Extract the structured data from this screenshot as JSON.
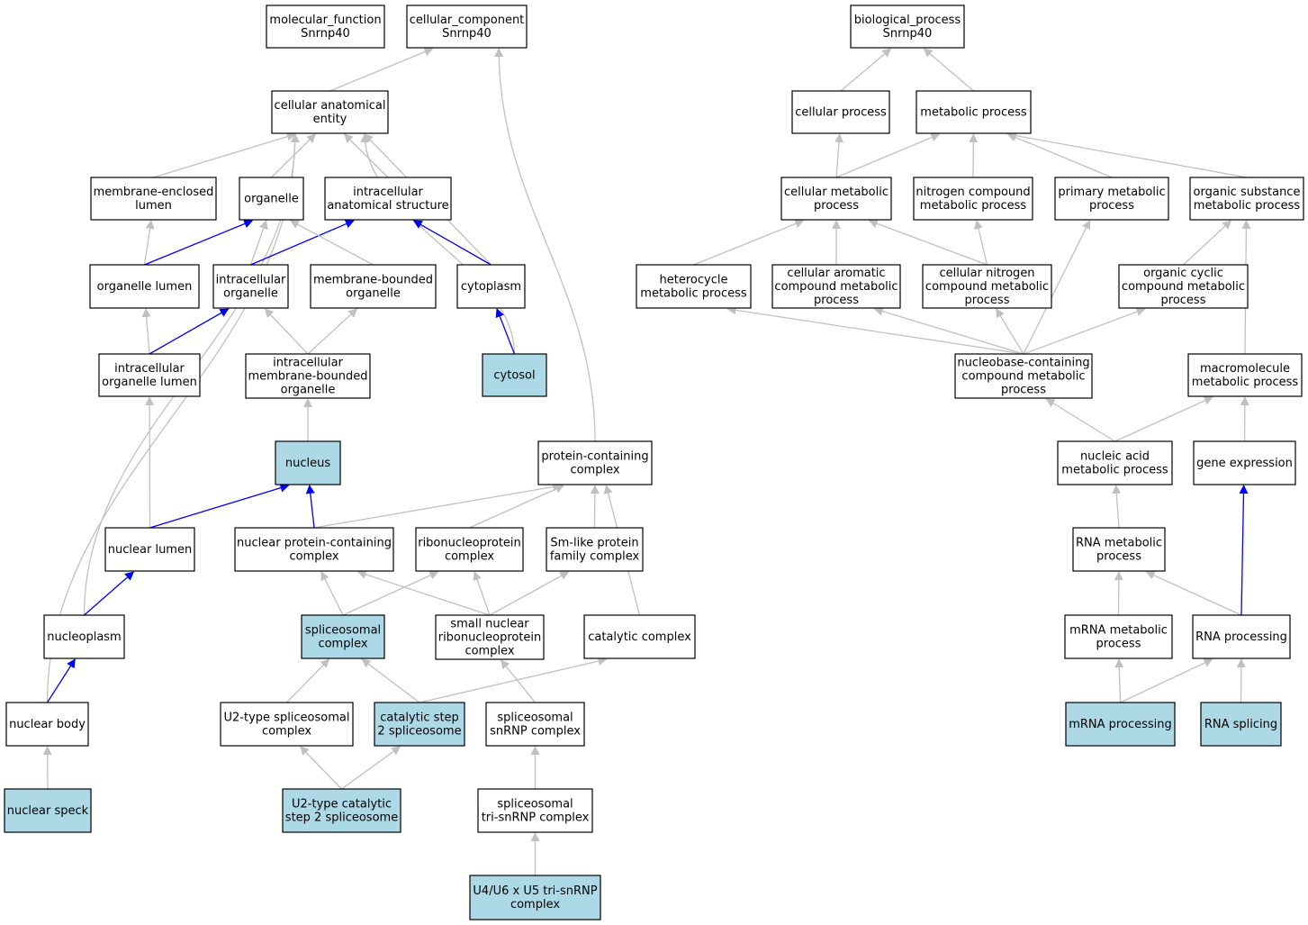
{
  "colors": {
    "node_fill": "#ffffff",
    "highlight_fill": "#add8e6",
    "edge_gray": "#c0c0c0",
    "edge_blue": "#0000ff",
    "border": "#000000"
  },
  "nodes": {
    "mf_root": {
      "lines": [
        "molecular_function",
        "Snrnp40"
      ],
      "highlight": false
    },
    "cc_root": {
      "lines": [
        "cellular_component",
        "Snrnp40"
      ],
      "highlight": false
    },
    "bp_root": {
      "lines": [
        "biological_process",
        "Snrnp40"
      ],
      "highlight": false
    },
    "cae": {
      "lines": [
        "cellular anatomical",
        "entity"
      ],
      "highlight": false
    },
    "mel": {
      "lines": [
        "membrane-enclosed",
        "lumen"
      ],
      "highlight": false
    },
    "organelle": {
      "lines": [
        "organelle"
      ],
      "highlight": false
    },
    "ias": {
      "lines": [
        "intracellular",
        "anatomical structure"
      ],
      "highlight": false
    },
    "org_lumen": {
      "lines": [
        "organelle lumen"
      ],
      "highlight": false
    },
    "ic_org": {
      "lines": [
        "intracellular",
        "organelle"
      ],
      "highlight": false
    },
    "mb_org": {
      "lines": [
        "membrane-bounded",
        "organelle"
      ],
      "highlight": false
    },
    "cytoplasm": {
      "lines": [
        "cytoplasm"
      ],
      "highlight": false
    },
    "ic_org_lumen": {
      "lines": [
        "intracellular",
        "organelle lumen"
      ],
      "highlight": false
    },
    "ic_mb_org": {
      "lines": [
        "intracellular",
        "membrane-bounded",
        "organelle"
      ],
      "highlight": false
    },
    "cytosol": {
      "lines": [
        "cytosol"
      ],
      "highlight": true
    },
    "nucleus": {
      "lines": [
        "nucleus"
      ],
      "highlight": true
    },
    "pcc": {
      "lines": [
        "protein-containing",
        "complex"
      ],
      "highlight": false
    },
    "nuc_lumen": {
      "lines": [
        "nuclear lumen"
      ],
      "highlight": false
    },
    "npcc": {
      "lines": [
        "nuclear protein-containing",
        "complex"
      ],
      "highlight": false
    },
    "rnp": {
      "lines": [
        "ribonucleoprotein",
        "complex"
      ],
      "highlight": false
    },
    "sm_like": {
      "lines": [
        "Sm-like protein",
        "family complex"
      ],
      "highlight": false
    },
    "nucleoplasm": {
      "lines": [
        "nucleoplasm"
      ],
      "highlight": false
    },
    "spl_complex": {
      "lines": [
        "spliceosomal",
        "complex"
      ],
      "highlight": true
    },
    "snrnp": {
      "lines": [
        "small nuclear",
        "ribonucleoprotein",
        "complex"
      ],
      "highlight": false
    },
    "catalytic": {
      "lines": [
        "catalytic complex"
      ],
      "highlight": false
    },
    "nuc_body": {
      "lines": [
        "nuclear body"
      ],
      "highlight": false
    },
    "u2_spl": {
      "lines": [
        "U2-type spliceosomal",
        "complex"
      ],
      "highlight": false
    },
    "cat_step2": {
      "lines": [
        "catalytic step",
        "2 spliceosome"
      ],
      "highlight": true
    },
    "spl_snrnp": {
      "lines": [
        "spliceosomal",
        "snRNP complex"
      ],
      "highlight": false
    },
    "nuc_speck": {
      "lines": [
        "nuclear speck"
      ],
      "highlight": true
    },
    "u2_cat": {
      "lines": [
        "U2-type catalytic",
        "step 2 spliceosome"
      ],
      "highlight": true
    },
    "tri_snrnp": {
      "lines": [
        "spliceosomal",
        "tri-snRNP complex"
      ],
      "highlight": false
    },
    "u4u6u5": {
      "lines": [
        "U4/U6 x U5 tri-snRNP",
        "complex"
      ],
      "highlight": true
    },
    "cell_proc": {
      "lines": [
        "cellular process"
      ],
      "highlight": false
    },
    "met_proc": {
      "lines": [
        "metabolic process"
      ],
      "highlight": false
    },
    "cell_met": {
      "lines": [
        "cellular metabolic",
        "process"
      ],
      "highlight": false
    },
    "nitro_met": {
      "lines": [
        "nitrogen compound",
        "metabolic process"
      ],
      "highlight": false
    },
    "prim_met": {
      "lines": [
        "primary metabolic",
        "process"
      ],
      "highlight": false
    },
    "org_sub_met": {
      "lines": [
        "organic substance",
        "metabolic process"
      ],
      "highlight": false
    },
    "hetero_met": {
      "lines": [
        "heterocycle",
        "metabolic process"
      ],
      "highlight": false
    },
    "cell_arom": {
      "lines": [
        "cellular aromatic",
        "compound metabolic",
        "process"
      ],
      "highlight": false
    },
    "cell_nitro": {
      "lines": [
        "cellular nitrogen",
        "compound metabolic",
        "process"
      ],
      "highlight": false
    },
    "org_cyc": {
      "lines": [
        "organic cyclic",
        "compound metabolic",
        "process"
      ],
      "highlight": false
    },
    "nucleobase": {
      "lines": [
        "nucleobase-containing",
        "compound metabolic",
        "process"
      ],
      "highlight": false
    },
    "macro_met": {
      "lines": [
        "macromolecule",
        "metabolic process"
      ],
      "highlight": false
    },
    "na_met": {
      "lines": [
        "nucleic acid",
        "metabolic process"
      ],
      "highlight": false
    },
    "gene_expr": {
      "lines": [
        "gene expression"
      ],
      "highlight": false
    },
    "rna_met": {
      "lines": [
        "RNA metabolic",
        "process"
      ],
      "highlight": false
    },
    "mrna_met": {
      "lines": [
        "mRNA metabolic",
        "process"
      ],
      "highlight": false
    },
    "rna_proc": {
      "lines": [
        "RNA processing"
      ],
      "highlight": false
    },
    "mrna_proc": {
      "lines": [
        "mRNA processing"
      ],
      "highlight": true
    },
    "rna_splicing": {
      "lines": [
        "RNA splicing"
      ],
      "highlight": true
    }
  },
  "edges": [
    {
      "from": "cae",
      "to": "cc_root",
      "color": "gray"
    },
    {
      "from": "mel",
      "to": "cae",
      "color": "gray"
    },
    {
      "from": "organelle",
      "to": "cae",
      "color": "gray"
    },
    {
      "from": "ias",
      "to": "cae",
      "color": "gray"
    },
    {
      "from": "cytoplasm",
      "to": "cae",
      "color": "gray"
    },
    {
      "from": "cytosol",
      "to": "cae",
      "color": "gray"
    },
    {
      "from": "nucleoplasm",
      "to": "cae",
      "color": "gray"
    },
    {
      "from": "nuc_body",
      "to": "cae",
      "color": "gray"
    },
    {
      "from": "org_lumen",
      "to": "mel",
      "color": "gray"
    },
    {
      "from": "org_lumen",
      "to": "organelle",
      "color": "blue"
    },
    {
      "from": "ic_org",
      "to": "organelle",
      "color": "gray"
    },
    {
      "from": "ic_org",
      "to": "ias",
      "color": "blue"
    },
    {
      "from": "mb_org",
      "to": "organelle",
      "color": "gray"
    },
    {
      "from": "cytoplasm",
      "to": "ias",
      "color": "blue"
    },
    {
      "from": "cytosol",
      "to": "cytoplasm",
      "color": "blue"
    },
    {
      "from": "ic_org_lumen",
      "to": "org_lumen",
      "color": "gray"
    },
    {
      "from": "ic_org_lumen",
      "to": "ic_org",
      "color": "blue"
    },
    {
      "from": "ic_mb_org",
      "to": "ic_org",
      "color": "gray"
    },
    {
      "from": "ic_mb_org",
      "to": "mb_org",
      "color": "gray"
    },
    {
      "from": "nucleus",
      "to": "ic_mb_org",
      "color": "gray"
    },
    {
      "from": "nuc_lumen",
      "to": "ic_org_lumen",
      "color": "gray"
    },
    {
      "from": "nuc_lumen",
      "to": "nucleus",
      "color": "blue"
    },
    {
      "from": "npcc",
      "to": "nucleus",
      "color": "blue"
    },
    {
      "from": "npcc",
      "to": "pcc",
      "color": "gray"
    },
    {
      "from": "pcc",
      "to": "cc_root",
      "color": "gray"
    },
    {
      "from": "rnp",
      "to": "pcc",
      "color": "gray"
    },
    {
      "from": "sm_like",
      "to": "pcc",
      "color": "gray"
    },
    {
      "from": "catalytic",
      "to": "pcc",
      "color": "gray"
    },
    {
      "from": "nucleoplasm",
      "to": "nuc_lumen",
      "color": "blue"
    },
    {
      "from": "nuc_body",
      "to": "nucleoplasm",
      "color": "blue"
    },
    {
      "from": "nuc_speck",
      "to": "nuc_body",
      "color": "gray"
    },
    {
      "from": "spl_complex",
      "to": "npcc",
      "color": "gray"
    },
    {
      "from": "spl_complex",
      "to": "rnp",
      "color": "gray"
    },
    {
      "from": "snrnp",
      "to": "npcc",
      "color": "gray"
    },
    {
      "from": "snrnp",
      "to": "rnp",
      "color": "gray"
    },
    {
      "from": "snrnp",
      "to": "sm_like",
      "color": "gray"
    },
    {
      "from": "u2_spl",
      "to": "spl_complex",
      "color": "gray"
    },
    {
      "from": "cat_step2",
      "to": "spl_complex",
      "color": "gray"
    },
    {
      "from": "cat_step2",
      "to": "catalytic",
      "color": "gray"
    },
    {
      "from": "spl_snrnp",
      "to": "snrnp",
      "color": "gray"
    },
    {
      "from": "u2_cat",
      "to": "u2_spl",
      "color": "gray"
    },
    {
      "from": "u2_cat",
      "to": "cat_step2",
      "color": "gray"
    },
    {
      "from": "tri_snrnp",
      "to": "spl_snrnp",
      "color": "gray"
    },
    {
      "from": "u4u6u5",
      "to": "tri_snrnp",
      "color": "gray"
    },
    {
      "from": "cell_proc",
      "to": "bp_root",
      "color": "gray"
    },
    {
      "from": "met_proc",
      "to": "bp_root",
      "color": "gray"
    },
    {
      "from": "cell_met",
      "to": "cell_proc",
      "color": "gray"
    },
    {
      "from": "cell_met",
      "to": "met_proc",
      "color": "gray"
    },
    {
      "from": "nitro_met",
      "to": "met_proc",
      "color": "gray"
    },
    {
      "from": "prim_met",
      "to": "met_proc",
      "color": "gray"
    },
    {
      "from": "org_sub_met",
      "to": "met_proc",
      "color": "gray"
    },
    {
      "from": "hetero_met",
      "to": "cell_met",
      "color": "gray"
    },
    {
      "from": "cell_arom",
      "to": "cell_met",
      "color": "gray"
    },
    {
      "from": "cell_nitro",
      "to": "cell_met",
      "color": "gray"
    },
    {
      "from": "cell_nitro",
      "to": "nitro_met",
      "color": "gray"
    },
    {
      "from": "org_cyc",
      "to": "org_sub_met",
      "color": "gray"
    },
    {
      "from": "nucleobase",
      "to": "hetero_met",
      "color": "gray"
    },
    {
      "from": "nucleobase",
      "to": "cell_arom",
      "color": "gray"
    },
    {
      "from": "nucleobase",
      "to": "cell_nitro",
      "color": "gray"
    },
    {
      "from": "nucleobase",
      "to": "prim_met",
      "color": "gray"
    },
    {
      "from": "nucleobase",
      "to": "org_cyc",
      "color": "gray"
    },
    {
      "from": "macro_met",
      "to": "org_sub_met",
      "color": "gray"
    },
    {
      "from": "na_met",
      "to": "nucleobase",
      "color": "gray"
    },
    {
      "from": "na_met",
      "to": "macro_met",
      "color": "gray"
    },
    {
      "from": "gene_expr",
      "to": "macro_met",
      "color": "gray"
    },
    {
      "from": "rna_met",
      "to": "na_met",
      "color": "gray"
    },
    {
      "from": "mrna_met",
      "to": "rna_met",
      "color": "gray"
    },
    {
      "from": "rna_proc",
      "to": "rna_met",
      "color": "gray"
    },
    {
      "from": "rna_proc",
      "to": "gene_expr",
      "color": "blue"
    },
    {
      "from": "mrna_proc",
      "to": "mrna_met",
      "color": "gray"
    },
    {
      "from": "mrna_proc",
      "to": "rna_proc",
      "color": "gray"
    },
    {
      "from": "rna_splicing",
      "to": "rna_proc",
      "color": "gray"
    }
  ]
}
